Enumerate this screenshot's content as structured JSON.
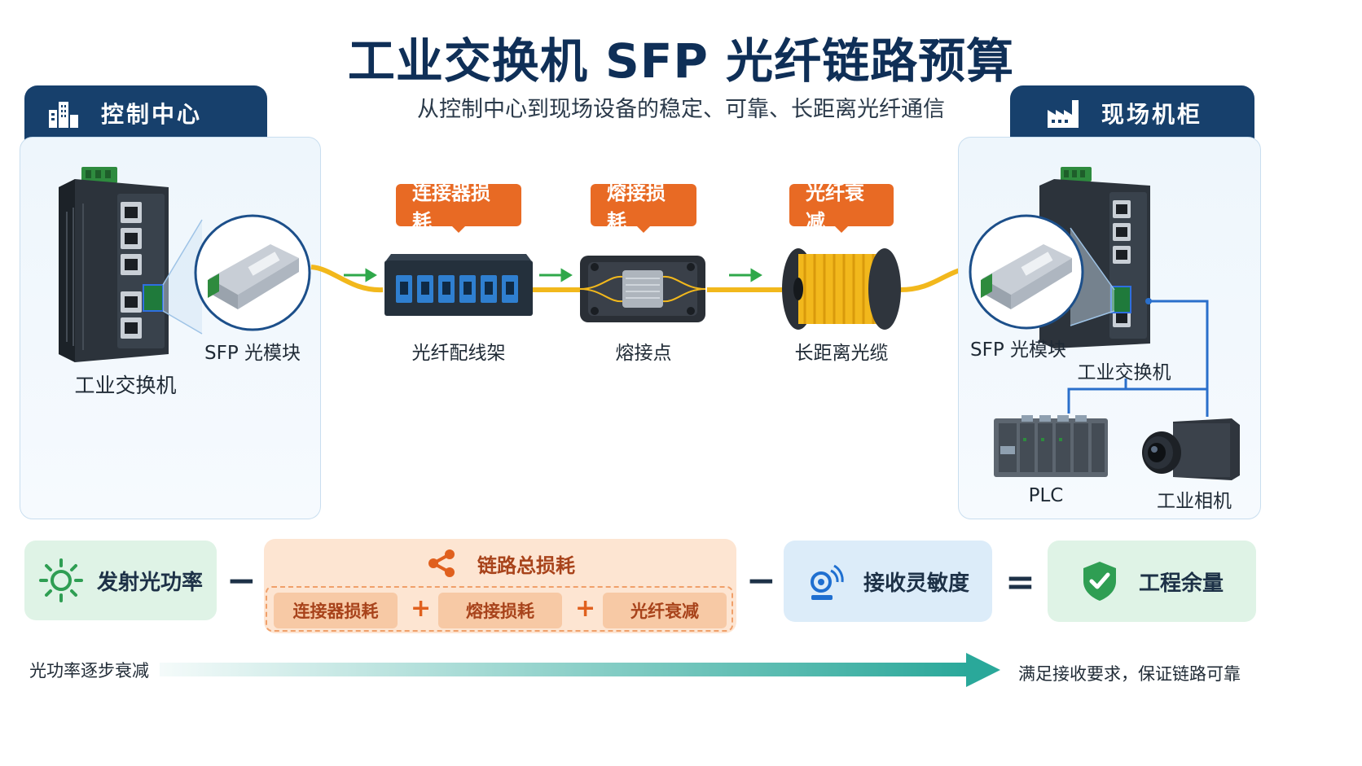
{
  "title": "工业交换机 SFP 光纤链路预算",
  "subtitle": "从控制中心到现场设备的稳定、可靠、长距离光纤通信",
  "control_center": {
    "tab": "控制中心",
    "switch_label": "工业交换机",
    "sfp_label": "SFP 光模块"
  },
  "field_cabinet": {
    "tab": "现场机柜",
    "sfp_label": "SFP 光模块",
    "switch_label": "工业交换机",
    "plc_label": "PLC",
    "camera_label": "工业相机"
  },
  "link": {
    "patch_panel": {
      "tag": "连接器损耗",
      "label": "光纤配线架"
    },
    "splice": {
      "tag": "熔接损耗",
      "label": "熔接点"
    },
    "cable": {
      "tag": "光纤衰减",
      "label": "长距离光缆"
    }
  },
  "formula": {
    "tx_power": "发射光功率",
    "minus1": "−",
    "total_loss": "链路总损耗",
    "terms": [
      "连接器损耗",
      "熔接损耗",
      "光纤衰减"
    ],
    "plus": "+",
    "minus2": "−",
    "rx_sensitivity": "接收灵敏度",
    "equals": "=",
    "margin": "工程余量"
  },
  "footer": {
    "left": "光功率逐步衰减",
    "right": "满足接收要求，保证链路可靠"
  },
  "colors": {
    "navy": "#17406c",
    "orange": "#e86a24",
    "fiber": "#f2b81c",
    "teal": "#2aa89a",
    "green_box": "#dff3e6",
    "blue_box": "#dcecf9",
    "orange_box": "#fde5d2"
  }
}
